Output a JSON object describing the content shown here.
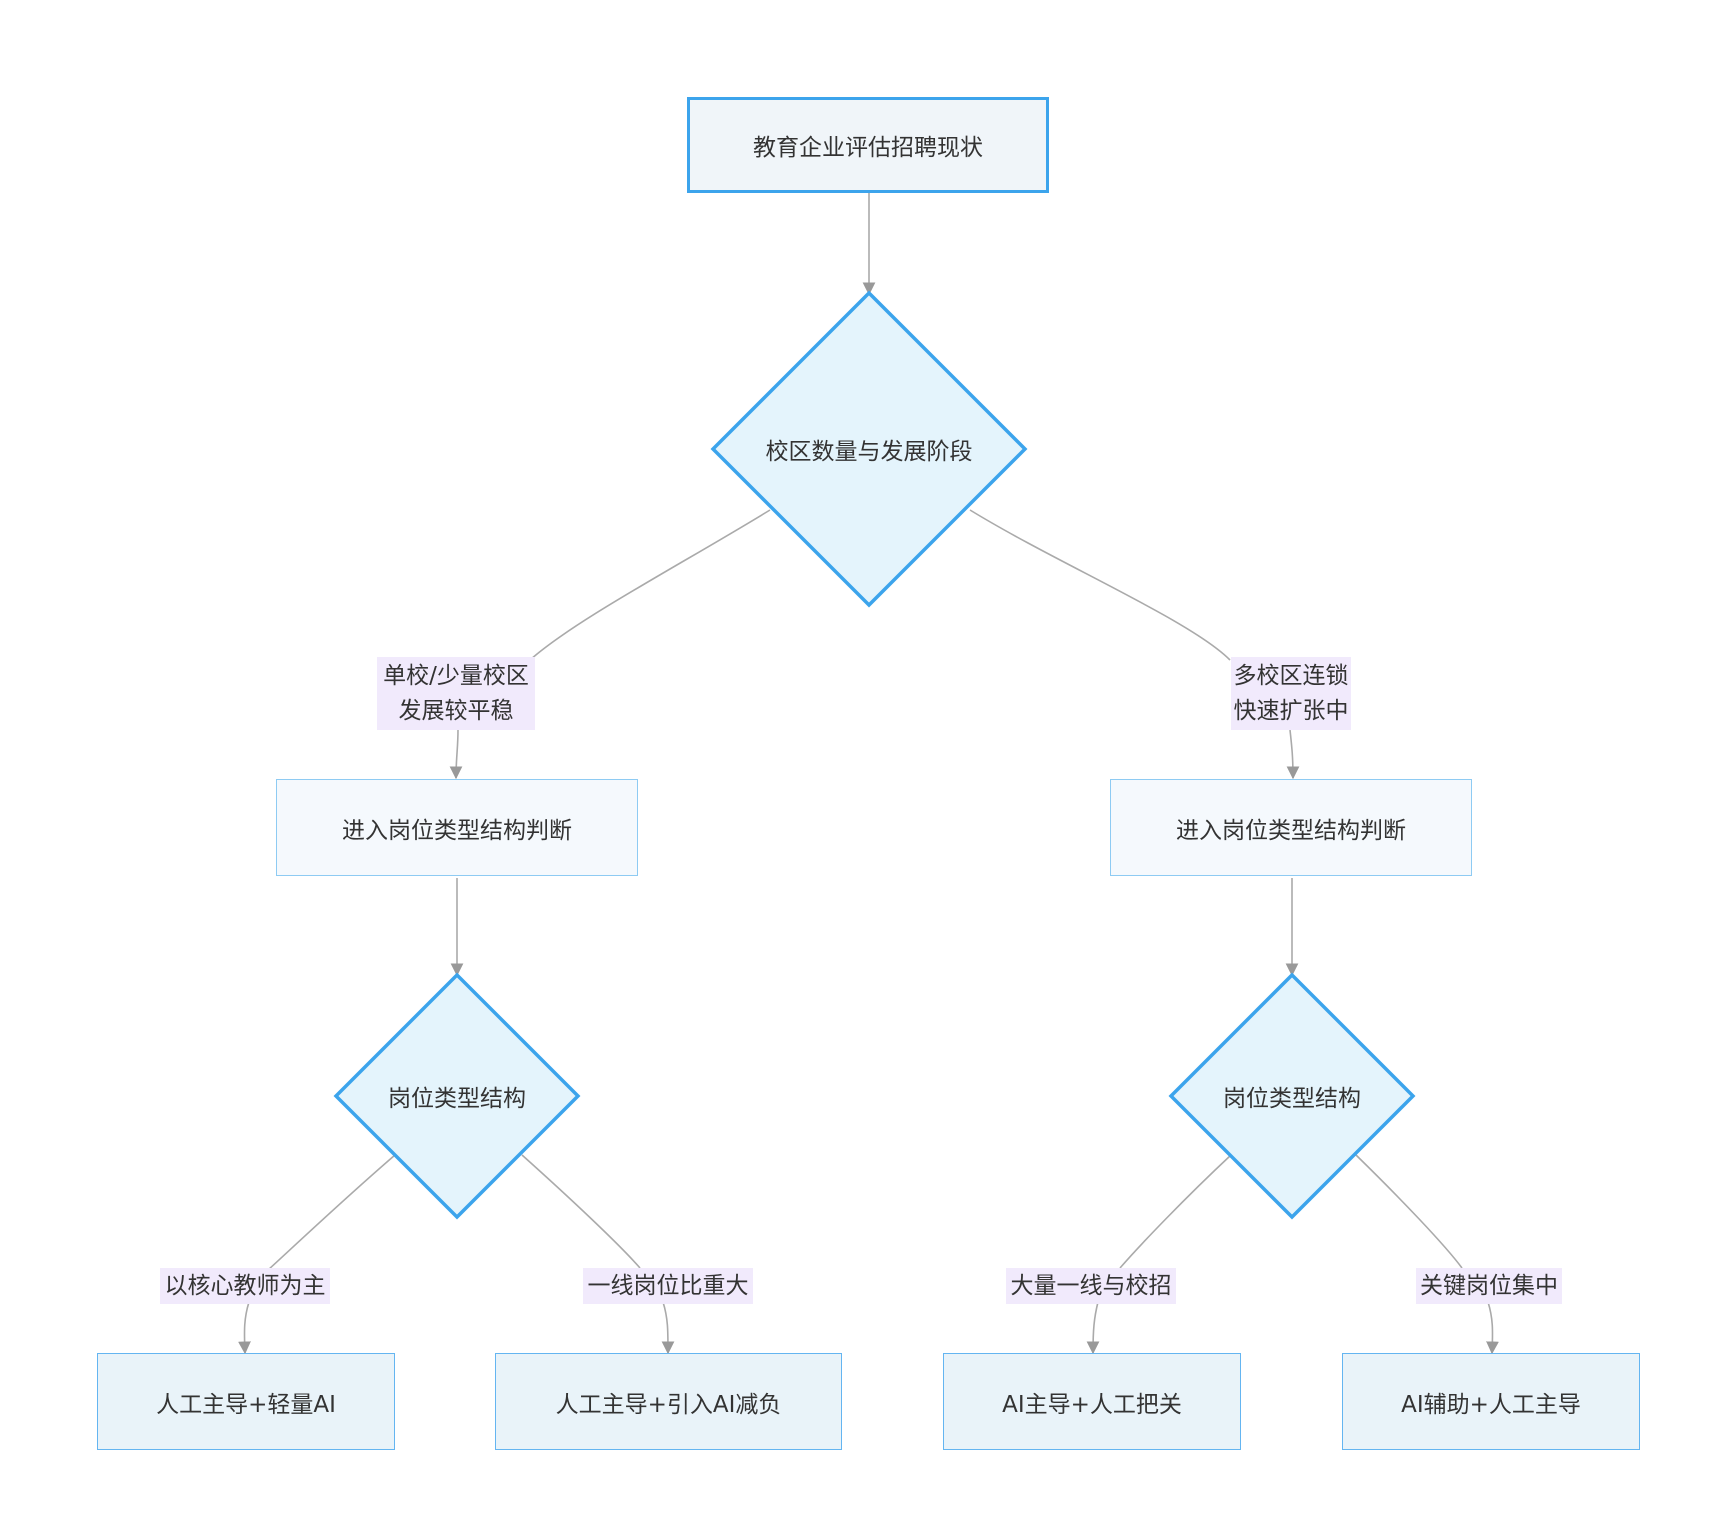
{
  "nodes": {
    "start": "教育企业评估招聘现状",
    "decision_campus": "校区数量与发展阶段",
    "left_process": "进入岗位类型结构判断",
    "right_process": "进入岗位类型结构判断",
    "left_decision": "岗位类型结构",
    "right_decision": "岗位类型结构",
    "leaf_1": "人工主导+轻量AI",
    "leaf_2": "人工主导+引入AI减负",
    "leaf_3": "AI主导+人工把关",
    "leaf_4": "AI辅助+人工主导"
  },
  "edges": {
    "campus_left": [
      "单校/少量校区",
      "发展较平稳"
    ],
    "campus_right": [
      "多校区连锁",
      "快速扩张中"
    ],
    "left_a": "以核心教师为主",
    "left_b": "一线岗位比重大",
    "right_a": "大量一线与校招",
    "right_b": "关键岗位集中"
  },
  "colors": {
    "node_border": "#3ca4ec",
    "diamond_fill": "#e4f4fc",
    "edge_line": "#aaaaaa",
    "edge_label_bg": "#f1eafc",
    "text": "#333333"
  }
}
